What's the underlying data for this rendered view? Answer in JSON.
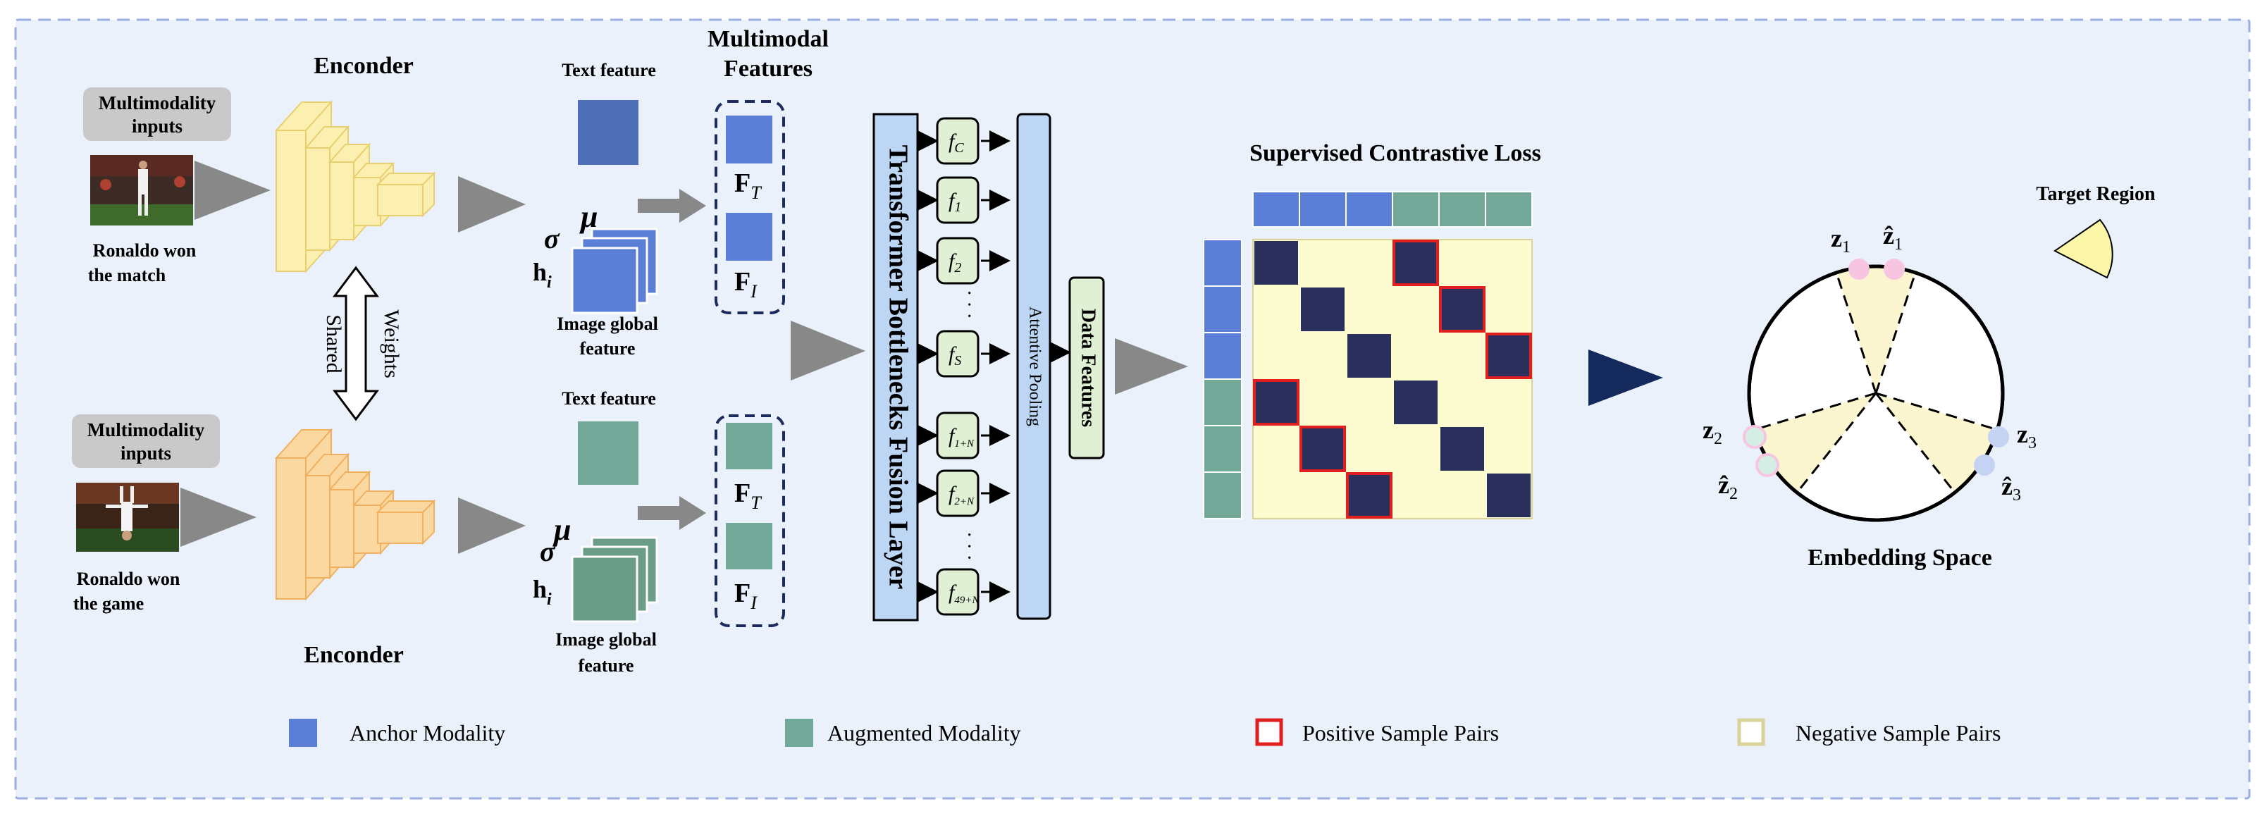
{
  "colors": {
    "panel_bg": "#eaf1fa",
    "panel_border": "#9aaee0",
    "anchor": "#5b7fd6",
    "augmented": "#72a898",
    "positive": "#e02020",
    "negative": "#d9d39a",
    "dark_cell": "#2a2f5c",
    "matrix_bg": "#fdfbd0",
    "encoder_top": "#fbf0b0",
    "encoder_bottom": "#fbd8a0",
    "fusion": "#bcd6f3",
    "token": "#e0f0d4",
    "target": "#fbf6a8",
    "arrow_gray": "#888888",
    "arrow_navy": "#142a5c"
  },
  "top": {
    "input_label": "Multimodality inputs",
    "caption_line1": "Ronaldo won",
    "caption_line2": "the match",
    "encoder_label": "Enconder",
    "text_feature_label": "Text feature",
    "mu": "μ",
    "sigma": "σ",
    "h": "h",
    "h_sub": "i",
    "image_global_line1": "Image global",
    "image_global_line2": "feature"
  },
  "bottom": {
    "input_label": "Multimodality inputs",
    "caption_line1": "Ronaldo won",
    "caption_line2": "the game",
    "encoder_label": "Enconder",
    "text_feature_label": "Text feature",
    "mu": "μ",
    "sigma": "σ",
    "h": "h",
    "h_sub": "i",
    "image_global_line1": "Image global",
    "image_global_line2": "feature"
  },
  "shared_weights": {
    "left": "Shared",
    "right": "Weights"
  },
  "multimodal": {
    "title_line1": "Multimodal",
    "title_line2": "Features",
    "ft": "F",
    "ft_sub": "T",
    "fi": "F",
    "fi_sub": "I"
  },
  "fusion_label": "Transformer Bottlenecks Fusion Layer",
  "tokens": [
    {
      "main": "f",
      "sub": "C"
    },
    {
      "main": "f",
      "sub": "1"
    },
    {
      "main": "f",
      "sub": "2"
    },
    {
      "main": "f",
      "sub": "S"
    },
    {
      "main": "f",
      "sub": "1+N"
    },
    {
      "main": "f",
      "sub": "2+N"
    },
    {
      "main": "f",
      "sub": "49+N"
    }
  ],
  "ellipsis": "· · ·",
  "attentive_pooling": "Attentive Pooling",
  "data_features": "Data Features",
  "matrix": {
    "title": "Supervised Contrastive Loss",
    "size": 6,
    "header_colors": [
      "anchor",
      "anchor",
      "anchor",
      "augmented",
      "augmented",
      "augmented"
    ],
    "dark_cells": [
      [
        0,
        0
      ],
      [
        1,
        1
      ],
      [
        2,
        2
      ],
      [
        3,
        3
      ],
      [
        4,
        4
      ],
      [
        5,
        5
      ],
      [
        0,
        3
      ],
      [
        1,
        4
      ],
      [
        2,
        5
      ],
      [
        3,
        0
      ],
      [
        4,
        1
      ],
      [
        5,
        2
      ]
    ],
    "positive_cells": [
      [
        0,
        3
      ],
      [
        1,
        4
      ],
      [
        2,
        5
      ],
      [
        3,
        0
      ],
      [
        4,
        1
      ],
      [
        5,
        2
      ]
    ]
  },
  "embedding": {
    "title": "Embedding Space",
    "target_region": "Target  Region",
    "z1": "z",
    "z1_sub": "1",
    "z1hat": "ẑ",
    "z1hat_sub": "1",
    "z2": "z",
    "z2_sub": "2",
    "z2hat": "ẑ",
    "z2hat_sub": "2",
    "z3": "z",
    "z3_sub": "3",
    "z3hat": "ẑ",
    "z3hat_sub": "3"
  },
  "legend": {
    "anchor": "Anchor Modality",
    "augmented": "Augmented Modality",
    "positive": "Positive Sample Pairs",
    "negative": "Negative Sample Pairs"
  }
}
